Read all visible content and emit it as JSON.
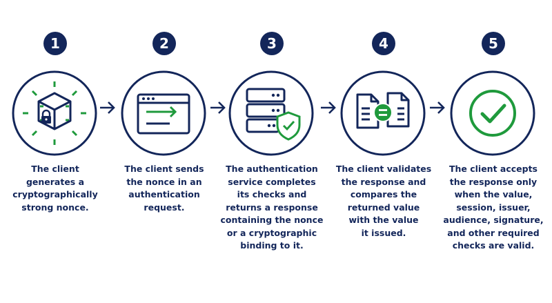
{
  "colors": {
    "navy": "#13265a",
    "green": "#1f9a3c",
    "white": "#ffffff"
  },
  "steps": [
    {
      "number": "1",
      "icon": "cube-lock-icon",
      "caption": "The client\ngenerates a\ncryptographically\nstrong nonce."
    },
    {
      "number": "2",
      "icon": "browser-send-icon",
      "caption": "The client sends\nthe nonce in an\nauthentication\nrequest."
    },
    {
      "number": "3",
      "icon": "server-shield-icon",
      "caption": "The authentication\nservice completes\nits checks and\nreturns a response\ncontaining the nonce\nor a cryptographic\nbinding to it."
    },
    {
      "number": "4",
      "icon": "documents-compare-icon",
      "caption": "The client validates\nthe response and\ncompares the\nreturned value\nwith the value\nit issued."
    },
    {
      "number": "5",
      "icon": "checkmark-icon",
      "caption": "The client accepts\nthe response only\nwhen the value,\nsession, issuer,\naudience, signature,\nand other required\nchecks are valid."
    }
  ]
}
